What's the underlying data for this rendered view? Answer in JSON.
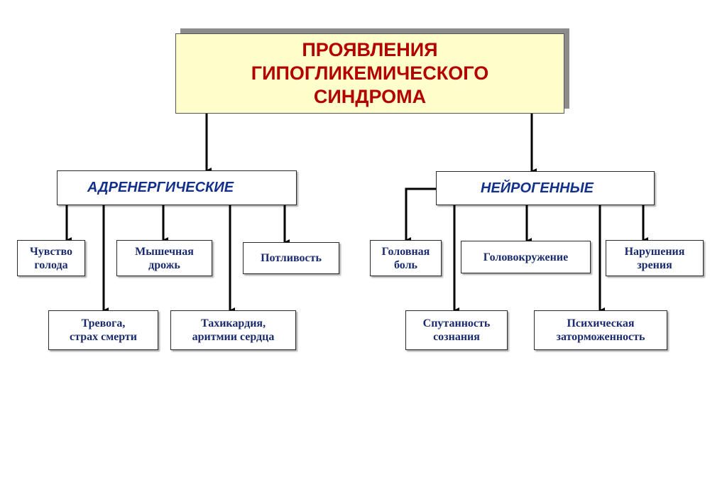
{
  "colors": {
    "title_text": "#b40000",
    "title_fill": "#ffffcc",
    "category_text": "#13308a",
    "line": "#000000"
  },
  "title": "ПРОЯВЛЕНИЯ\nГИПОГЛИКЕМИЧЕСКОГО\nСИНДРОМА",
  "categories": {
    "adrenergic": {
      "label": "АДРЕНЕРГИЧЕСКИЕ",
      "symptoms": {
        "hunger": "Чувство\nголода",
        "anxiety": "Тревога,\nстрах смерти",
        "tremor": "Мышечная\nдрожь",
        "tachycardia": "Тахикардия,\nаритмии сердца",
        "sweating": "Потливость"
      }
    },
    "neurogenic": {
      "label": "НЕЙРОГЕННЫЕ",
      "symptoms": {
        "headache": "Головная\nболь",
        "confusion": "Спутанность\nсознания",
        "dizziness": "Головокружение",
        "lethargy": "Психическая\nзаторможенность",
        "vision": "Нарушения\nзрения"
      }
    }
  }
}
